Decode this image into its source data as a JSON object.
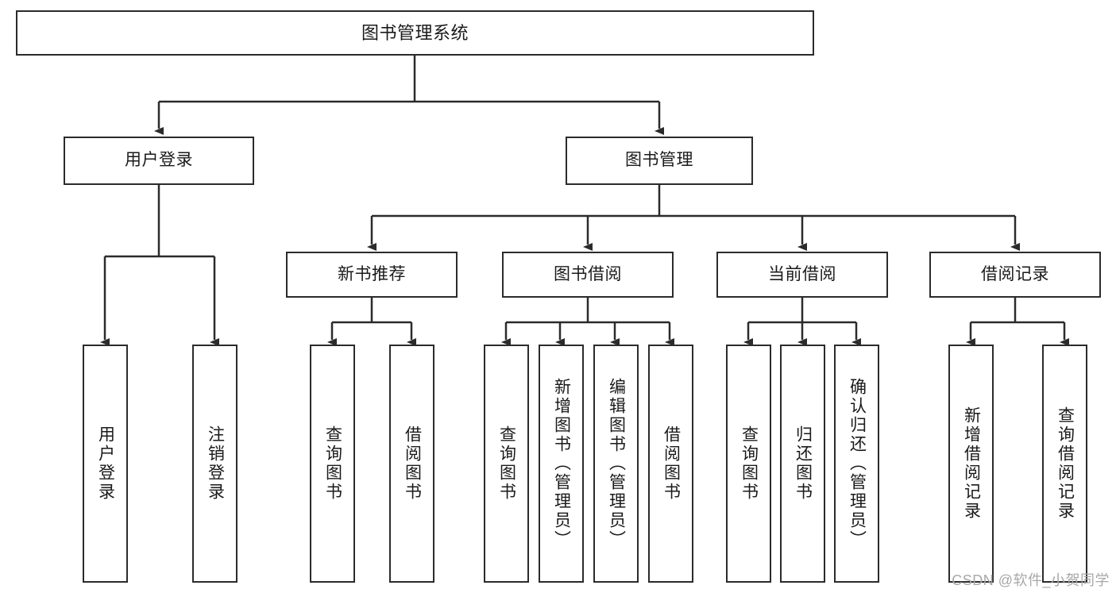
{
  "diagram": {
    "title": "图书管理系统",
    "watermark": "CSDN @软件_小贺同学",
    "colors": {
      "stroke": "#2b2b2b",
      "fill": "#ffffff",
      "text": "#1a1a1a",
      "watermark": "#a8a8a8"
    },
    "nodes": {
      "root": {
        "label": "图书管理系统"
      },
      "level2": [
        {
          "label": "用户登录"
        },
        {
          "label": "图书管理"
        }
      ],
      "level3": [
        {
          "label": "新书推荐"
        },
        {
          "label": "图书借阅"
        },
        {
          "label": "当前借阅"
        },
        {
          "label": "借阅记录"
        }
      ],
      "leaves_user_login": [
        {
          "label": "用户登录"
        },
        {
          "label": "注销登录"
        }
      ],
      "leaves_new_books": [
        {
          "label": "查询图书"
        },
        {
          "label": "借阅图书"
        }
      ],
      "leaves_borrow": [
        {
          "label": "查询图书"
        },
        {
          "label": "新增图书（管理员）"
        },
        {
          "label": "编辑图书（管理员）"
        },
        {
          "label": "借阅图书"
        }
      ],
      "leaves_current": [
        {
          "label": "查询图书"
        },
        {
          "label": "归还图书"
        },
        {
          "label": "确认归还（管理员）"
        }
      ],
      "leaves_records": [
        {
          "label": "新增借阅记录"
        },
        {
          "label": "查询借阅记录"
        }
      ]
    }
  }
}
